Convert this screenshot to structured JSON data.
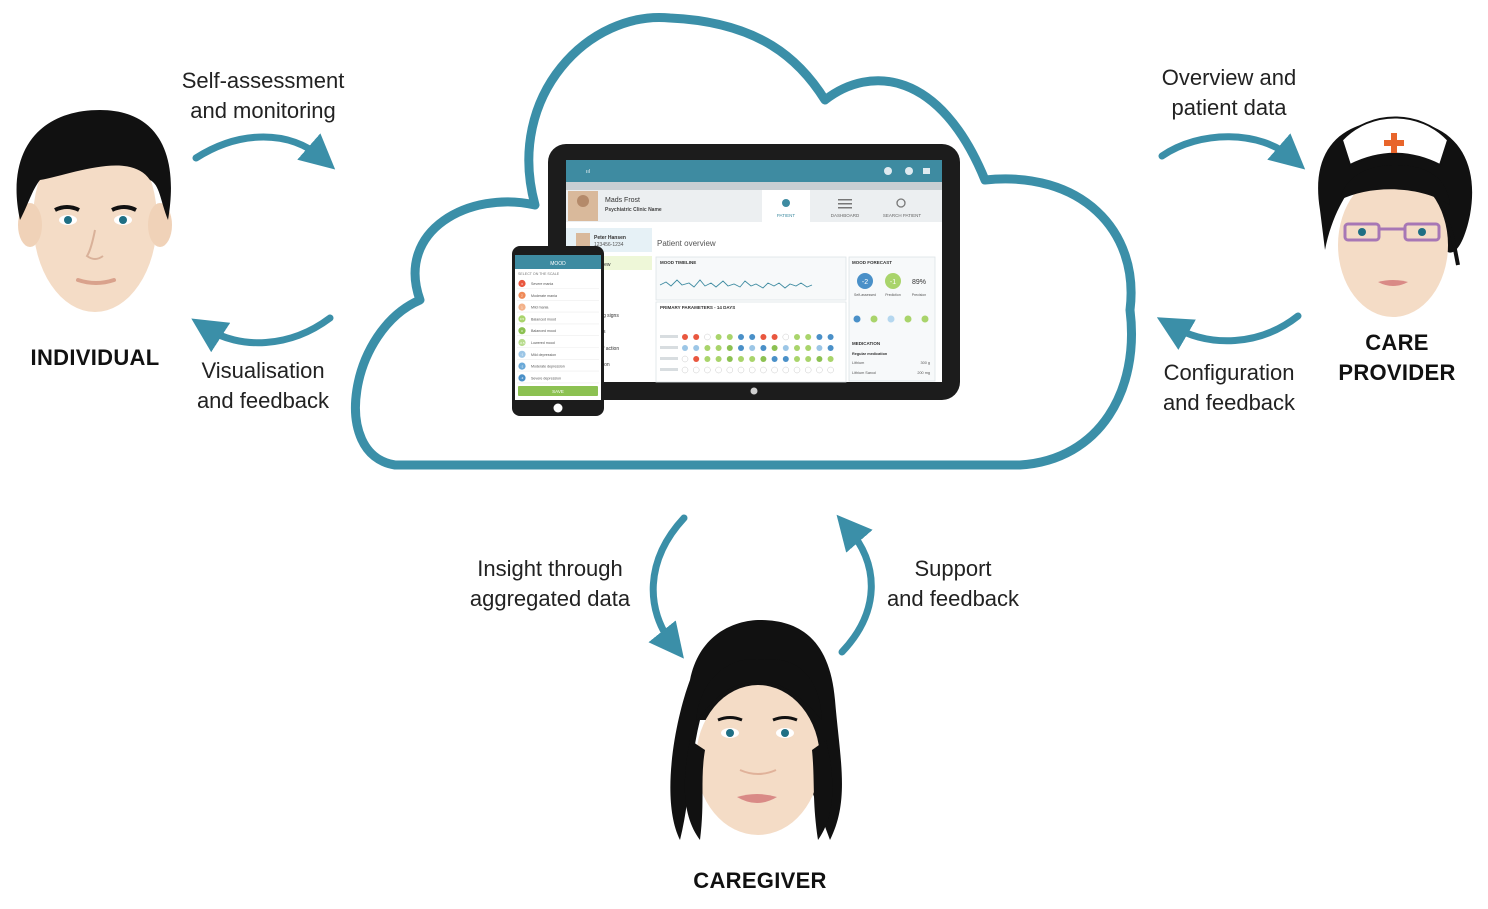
{
  "labels": {
    "individual_in": [
      "Self-assessment",
      "and monitoring"
    ],
    "individual_out": [
      "Visualisation",
      "and feedback"
    ],
    "provider_in": [
      "Overview and",
      "patient data"
    ],
    "provider_out": [
      "Configuration",
      "and feedback"
    ],
    "caregiver_in": [
      "Insight through",
      "aggregated data"
    ],
    "caregiver_out": [
      "Support",
      "and feedback"
    ]
  },
  "roles": {
    "individual": [
      "INDIVIDUAL"
    ],
    "provider": [
      "CARE",
      "PROVIDER"
    ],
    "caregiver": [
      "CAREGIVER"
    ]
  },
  "tablet": {
    "patient_name": "Mads Frost",
    "clinic": "Psychiatric Clinic Name",
    "tabs": [
      "PATIENT",
      "DASHBOARD",
      "SEARCH PATIENT"
    ],
    "list_patient_name": "Peter Hansen",
    "list_patient_id": "123456-1234",
    "page_title": "Patient overview",
    "mood_timeline": "MOOD TIMELINE",
    "mood_forecast": "MOOD FORECAST",
    "forecast_values": [
      "-2",
      "-1",
      "89%"
    ],
    "forecast_captions": [
      "Self-assessed",
      "Prediction",
      "Precision"
    ],
    "primary_parameters": "PRIMARY PARAMETERS - 14 DAYS",
    "medication": "MEDICATION",
    "regular_medication": "Regular medication",
    "meds": [
      {
        "name": "Lithium",
        "dose": "300 g"
      },
      {
        "name": "Lithium Sarcol",
        "dose": "200 mg"
      }
    ],
    "side_fragments": [
      "iew",
      "g signs",
      "s",
      "f action",
      "ion"
    ]
  },
  "phone": {
    "header": "MOOD",
    "subheader": "SELECT ON THE SCALE",
    "items": [
      "Severe mania",
      "Moderate mania",
      "Mild mania",
      "Balanced mood",
      "Balanced mood",
      "Lowered mood",
      "Mild depression",
      "Moderate depression",
      "Severe depression"
    ],
    "item_values": [
      "3",
      "2",
      "1",
      "0.5",
      "0",
      "-0.5",
      "-1",
      "-2",
      "-3"
    ],
    "save_label": "SAVE"
  },
  "colors": {
    "cloud": "#3b8fa8",
    "arrow": "#3b8fa8",
    "header_bar": "#3e8ba1",
    "green": "#8cc152",
    "orange": "#e9573f",
    "skin": "#f4dcc6",
    "hair": "#111111",
    "nurse_cross": "#e8652b"
  },
  "icons": [
    "cloud-icon",
    "arrow-icon",
    "person-face-icon",
    "nurse-face-icon",
    "apple-logo-icon"
  ]
}
